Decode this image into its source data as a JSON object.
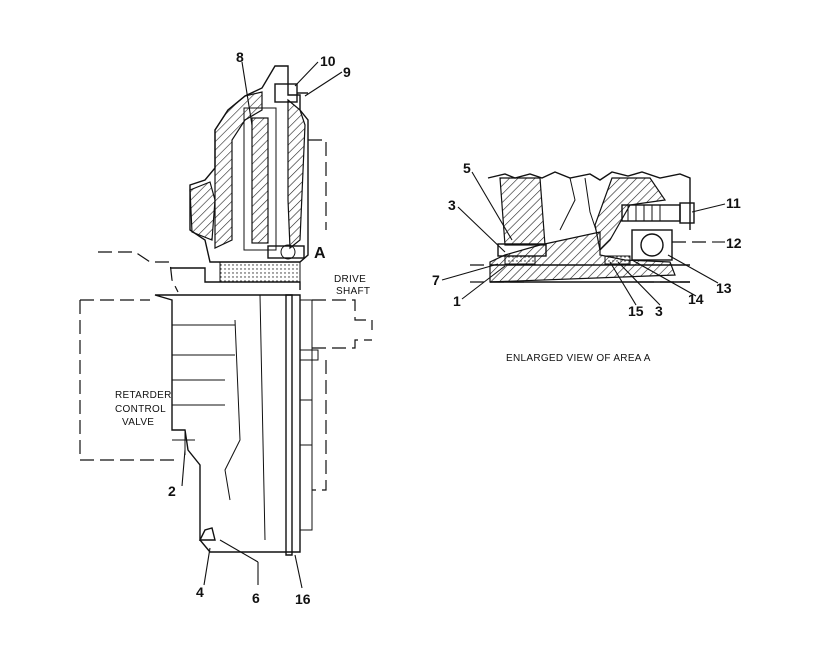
{
  "callouts": {
    "c1": "1",
    "c2": "2",
    "c3a": "3",
    "c3b": "3",
    "c4": "4",
    "c5": "5",
    "c6": "6",
    "c7": "7",
    "c8": "8",
    "c9": "9",
    "c10": "10",
    "c11": "11",
    "c12": "12",
    "c13": "13",
    "c14": "14",
    "c15": "15",
    "c16": "16",
    "area": "A"
  },
  "labels": {
    "drive_shaft_1": "DRIVE",
    "drive_shaft_2": "SHAFT",
    "retarder_1": "RETARDER",
    "retarder_2": "CONTROL",
    "retarder_3": "VALVE",
    "enlarged_caption": "ENLARGED VIEW OF AREA A"
  }
}
